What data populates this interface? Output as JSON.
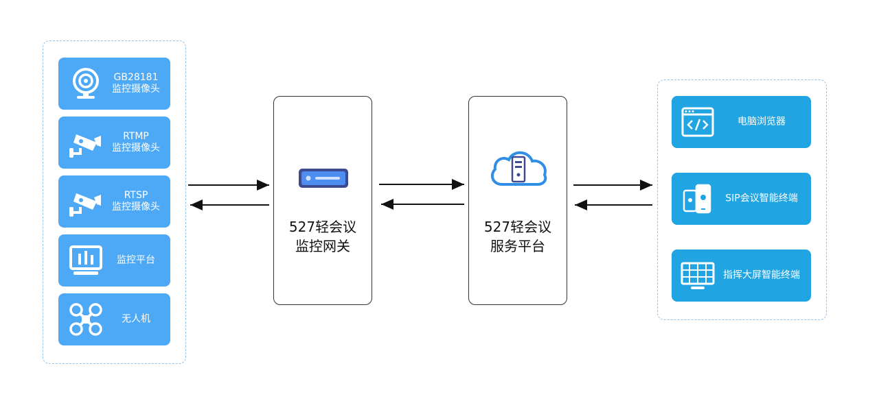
{
  "sources": [
    {
      "icon": "webcam-icon",
      "lines": [
        "GB28181",
        "监控摄像头"
      ]
    },
    {
      "icon": "cctv-camera-icon",
      "lines": [
        "RTMP",
        "监控摄像头"
      ]
    },
    {
      "icon": "cctv-camera-icon",
      "lines": [
        "RTSP",
        "监控摄像头"
      ]
    },
    {
      "icon": "monitor-chart-icon",
      "lines": [
        "监控平台"
      ]
    },
    {
      "icon": "drone-icon",
      "lines": [
        "无人机"
      ]
    }
  ],
  "gateway": {
    "icon": "server-icon",
    "lines": [
      "527轻会议",
      "监控网关"
    ]
  },
  "platform": {
    "icon": "cloud-server-icon",
    "lines": [
      "527轻会议",
      "服务平台"
    ]
  },
  "terminals": [
    {
      "icon": "browser-code-icon",
      "label": "电脑浏览器"
    },
    {
      "icon": "mobile-phones-icon",
      "label": "SIP会议智能终端"
    },
    {
      "icon": "display-grid-icon",
      "label": "指挥大屏智能终端"
    }
  ],
  "colors": {
    "source_card": "#4da9f6",
    "terminal_card": "#21a4e2",
    "dashed_border": "#8ec3ec"
  }
}
